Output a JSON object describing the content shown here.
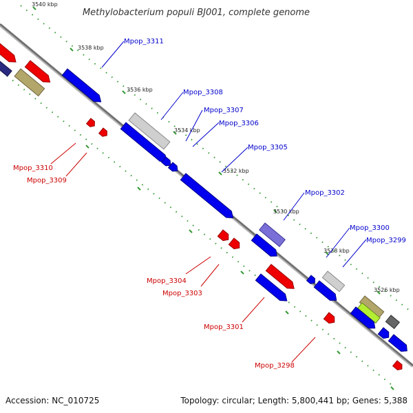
{
  "title": "Methylobacterium populi BJ001, complete genome",
  "footer": {
    "accession": "Accession: NC_010725",
    "summary": "Topology: circular; Length: 5,800,441 bp; Genes: 5,388"
  },
  "ticks": [
    "3540 kbp",
    "3538 kbp",
    "3536 kbp",
    "3534 kbp",
    "3532 kbp",
    "3530 kbp",
    "3528 kbp",
    "3526 kbp"
  ],
  "gene_labels": {
    "forward": [
      "Mpop_3311",
      "Mpop_3308",
      "Mpop_3307",
      "Mpop_3306",
      "Mpop_3305",
      "Mpop_3302",
      "Mpop_3300",
      "Mpop_3299"
    ],
    "reverse": [
      "Mpop_3310",
      "Mpop_3309",
      "Mpop_3304",
      "Mpop_3303",
      "Mpop_3301",
      "Mpop_3298"
    ]
  },
  "colors": {
    "forward_cds": "#0000ee",
    "reverse_cds": "#ee0000",
    "backbone": "#808080",
    "tick_dots": "#339933",
    "label_blue": "#0000cc",
    "label_red": "#cc0000",
    "light_gray_feature": "#c8c8c8",
    "olive_feature": "#b3a66b",
    "purple_feature": "#7a6fd6",
    "green_feature": "#b3ee33",
    "dark_gray_feature": "#666666",
    "navy_feature": "#2a2a80"
  }
}
